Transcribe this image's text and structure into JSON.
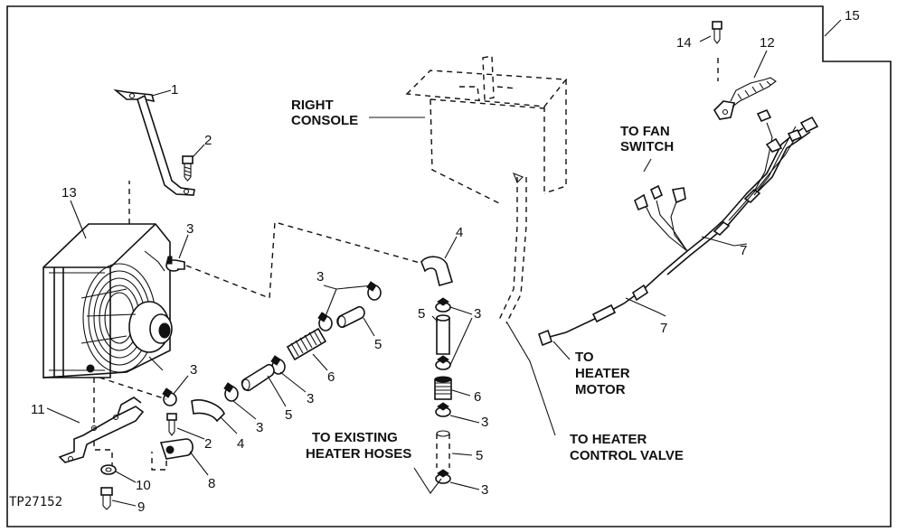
{
  "labels": {
    "right_console": [
      "RIGHT",
      "CONSOLE"
    ],
    "to_fan_switch": [
      "TO FAN",
      "SWITCH"
    ],
    "to_heater_motor": [
      "TO",
      "HEATER",
      "MOTOR"
    ],
    "to_existing_heater_hoses": [
      "TO EXISTING",
      "HEATER HOSES"
    ],
    "to_heater_control_valve": [
      "TO HEATER",
      "CONTROL VALVE"
    ]
  },
  "callouts": {
    "n1": "1",
    "n2a": "2",
    "n2b": "2",
    "n3a": "3",
    "n3b": "3",
    "n3c": "3",
    "n3d": "3",
    "n3e": "3",
    "n3f": "3",
    "n3g": "3",
    "n4a": "4",
    "n4b": "4",
    "n5a": "5",
    "n5b": "5",
    "n5c": "5",
    "n5d": "5",
    "n6a": "6",
    "n6b": "6",
    "n7a": "7",
    "n7b": "7",
    "n8": "8",
    "n9": "9",
    "n10": "10",
    "n11": "11",
    "n12": "12",
    "n13": "13",
    "n14": "14",
    "n15": "15"
  },
  "figure_code": "TP27152"
}
